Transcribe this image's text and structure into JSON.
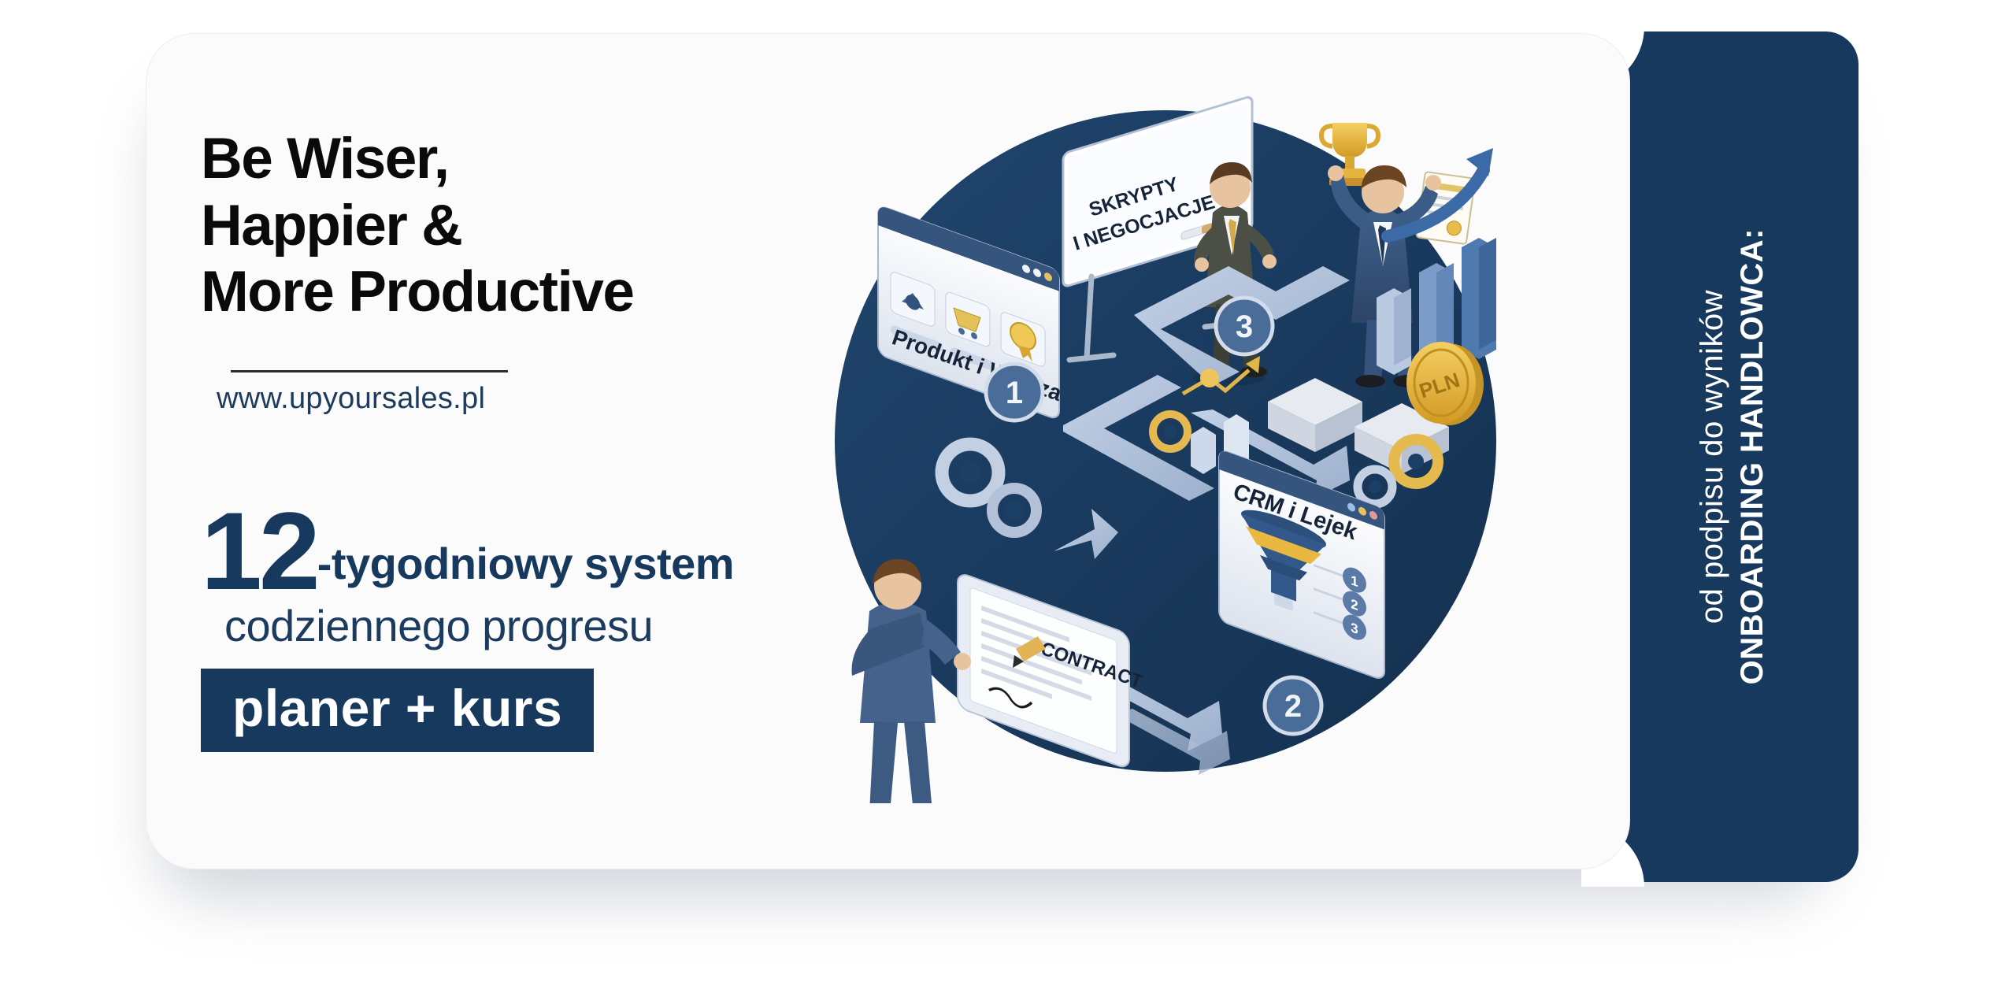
{
  "headline": {
    "line1": "Be Wiser,",
    "line2": "Happier &",
    "line3": "More Productive"
  },
  "url": "www.upyoursales.pl",
  "promo": {
    "number": "12",
    "number_suffix": "-tygodniowy system",
    "subtitle": "codziennego progresu",
    "badge": "planer + kurs"
  },
  "side_panel": {
    "title": "ONBOARDING HANDLOWCA:",
    "subtitle": "od podpisu do wyników"
  },
  "illustration": {
    "labels": {
      "panel1": "Produkt i Wiedza",
      "board_line1": "SKRYPTY",
      "board_line2": "I NEGOCJACJE",
      "crm": "CRM i Lejek",
      "contract": "CONTRACT",
      "coin": "PLN"
    },
    "steps": [
      "1",
      "2",
      "3"
    ],
    "funnel_steps": [
      "1",
      "2",
      "3"
    ]
  },
  "colors": {
    "navy": "#17395d",
    "navy_text": "#1d3b5e",
    "card_bg": "#fbfbfb",
    "headline": "#0a0a0a",
    "illustration_circle": "#1c3f66",
    "gold": "#e8b23a"
  }
}
